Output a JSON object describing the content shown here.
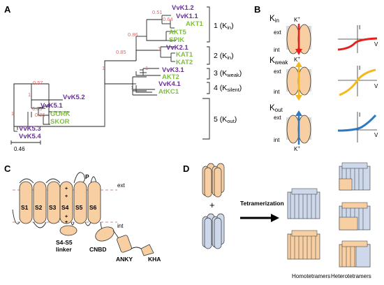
{
  "panels": {
    "a": "A",
    "b": "B",
    "c": "C",
    "d": "D"
  },
  "tree": {
    "leaves": {
      "vvk12": "VvK1.2",
      "vvk11": "VvK1.1",
      "akt1": "AKT1",
      "akt5": "AKT5",
      "spik": "SPIK",
      "vvk21": "VvK2.1",
      "kat1": "KAT1",
      "kat2": "KAT2",
      "vvk31": "VvK3.1",
      "akt2": "AKT2",
      "vvk41": "VvK4.1",
      "atkc1": "AtKC1",
      "vvk52": "VvK5.2",
      "vvk51": "VvK5.1",
      "gork": "GORK",
      "skor": "SKOR",
      "vvk53": "VvK5.3",
      "vvk54": "VvK5.4"
    },
    "bootstrap": {
      "b051": "0.51",
      "b064": "0.64",
      "b086": "0.86",
      "b085": "0.85",
      "b1_k2": "1",
      "b1_a": "1",
      "b1_b": "1",
      "b057": "0.57",
      "b1_c": "1",
      "b083": "0.83",
      "b1_d": "1",
      "b036": "0.36",
      "b1_e": "1"
    },
    "scale": "0.46",
    "groups": [
      {
        "num": "1 (K",
        "sub": "in",
        "close": ")"
      },
      {
        "num": "2 (K",
        "sub": "in",
        "close": ")"
      },
      {
        "num": "3 (K",
        "sub": "weak",
        "close": ")"
      },
      {
        "num": "4 (K",
        "sub": "silent",
        "close": ")"
      },
      {
        "num": "5 (K",
        "sub": "out",
        "close": ")"
      }
    ]
  },
  "panel_b": {
    "rows": [
      {
        "k": "K",
        "sub": "in",
        "color": "#e8201c"
      },
      {
        "k": "K",
        "sub": "weak",
        "color": "#f5b81c"
      },
      {
        "k": "K",
        "sub": "out",
        "color": "#2e78c2"
      }
    ],
    "ext": "ext",
    "int": "int",
    "kion": "K",
    "kplus": "+",
    "i_axis": "I",
    "v_axis": "V"
  },
  "panel_c": {
    "segments": [
      "S1",
      "S2",
      "S3",
      "S4",
      "S5",
      "S6"
    ],
    "p": "P",
    "ext": "ext",
    "int": "int",
    "linker1": "S4-S5",
    "linker2": "linker",
    "cnbd": "CNBD",
    "anky": "ANKY",
    "kha": "KHA"
  },
  "panel_d": {
    "plus": "+",
    "arrow_label": "Tetramerization",
    "homo": "Homotetramers",
    "hetero": "Heterotetramers",
    "colors": {
      "orange": "#f7cfa3",
      "blue": "#cdd8ea"
    }
  }
}
